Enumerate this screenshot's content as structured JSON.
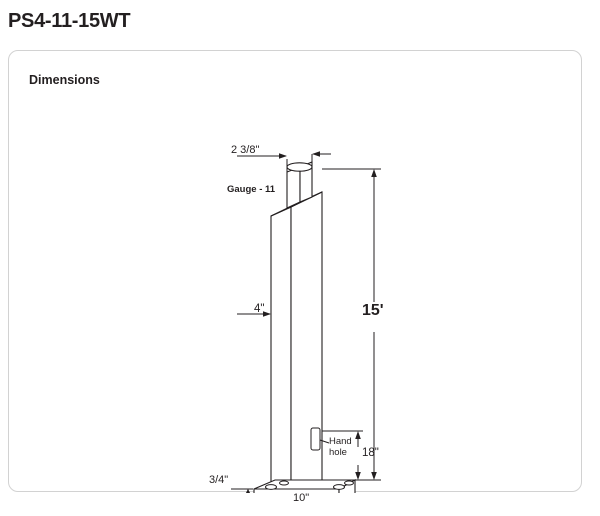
{
  "page": {
    "title": "PS4-11-15WT"
  },
  "panel": {
    "title": "Dimensions"
  },
  "diagram": {
    "type": "engineering-drawing",
    "subject": "square straight steel light pole with base plate and hand hole",
    "labels": {
      "top_width": "2 3/8\"",
      "gauge": "Gauge - 11",
      "shaft_width": "4\"",
      "height": "15'",
      "hand_hole": "Hand\nhole",
      "hand_hole_line1": "Hand",
      "hand_hole_line2": "hole",
      "hand_hole_height": "18\"",
      "base_plate_thickness": "3/4\"",
      "base_plate_width": "10\""
    },
    "colors": {
      "line": "#231f20",
      "fill": "#ffffff",
      "panel_border": "#d2d2d2",
      "text": "#231f20"
    }
  }
}
